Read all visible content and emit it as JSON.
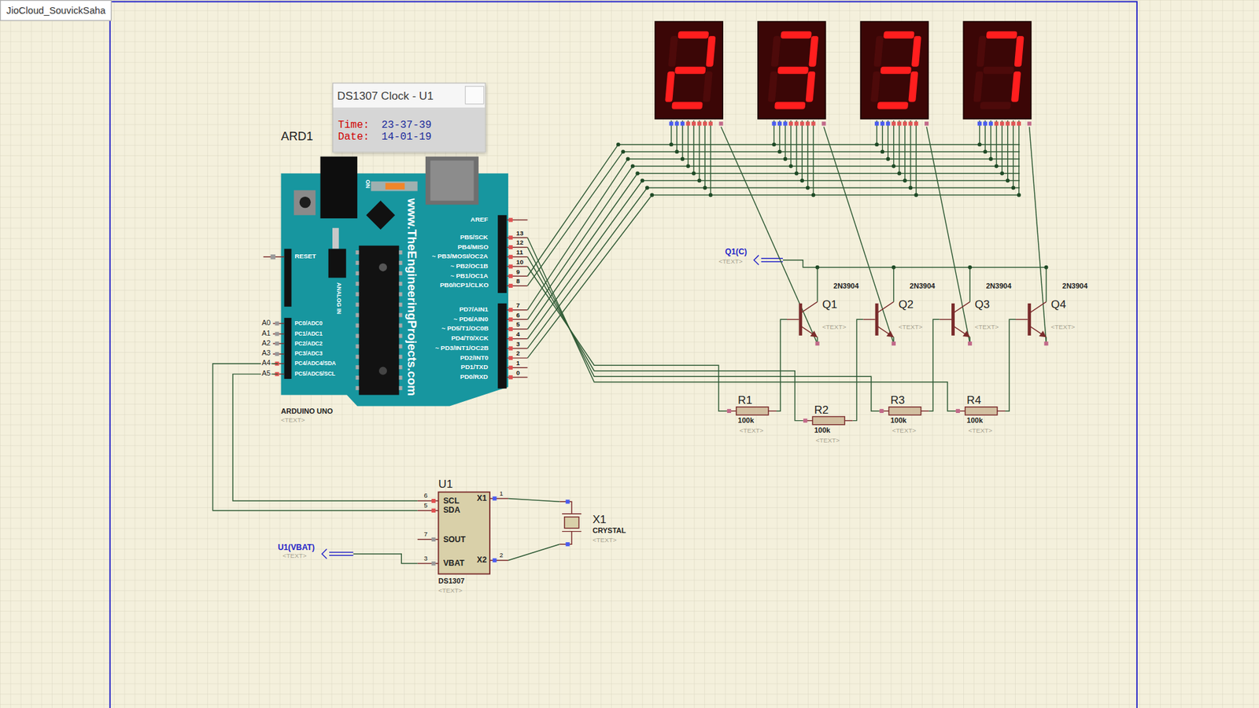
{
  "diagram": {
    "nodes": [
      {
        "text": [
          "DS1307 Clock - U1",
          "Time:",
          "23-37-39",
          "Date:",
          "14-01-19"
        ]
      },
      {
        "text": [
          "ARD1",
          "ARDUINO UNO",
          "<TEXT>"
        ]
      },
      {
        "text": [
          "U1",
          "SCL",
          "SDA",
          "SOUT",
          "VBAT",
          "X1",
          "X2",
          "DS1307",
          "<TEXT>"
        ]
      },
      {
        "text": [
          "X1",
          "CRYSTAL",
          "<TEXT>"
        ]
      },
      {
        "text": [
          "R1",
          "100k",
          "<TEXT>"
        ]
      },
      {
        "text": [
          "R2",
          "100k",
          "<TEXT>"
        ]
      },
      {
        "text": [
          "R3",
          "100k",
          "<TEXT>"
        ]
      },
      {
        "text": [
          "R4",
          "100k",
          "<TEXT>"
        ]
      },
      {
        "text": [
          "Q1",
          "2N3904",
          "<TEXT>"
        ]
      },
      {
        "text": [
          "Q2",
          "2N3904",
          "<TEXT>"
        ]
      },
      {
        "text": [
          "Q3",
          "2N3904",
          "<TEXT>"
        ]
      },
      {
        "text": [
          "Q4",
          "2N3904",
          "<TEXT>"
        ]
      }
    ],
    "edges": [
      {
        "from": 1,
        "to": 2,
        "arrow": "none"
      },
      {
        "from": 1,
        "to": 2,
        "arrow": "none"
      },
      {
        "from": 2,
        "to": 3,
        "arrow": "none"
      },
      {
        "from": 2,
        "to": 3,
        "arrow": "none"
      },
      {
        "from": 1,
        "to": 4,
        "arrow": "none"
      },
      {
        "from": 1,
        "to": 5,
        "arrow": "none"
      },
      {
        "from": 1,
        "to": 6,
        "arrow": "none"
      },
      {
        "from": 1,
        "to": 7,
        "arrow": "none"
      },
      {
        "from": 4,
        "to": 8,
        "arrow": "none"
      },
      {
        "from": 5,
        "to": 9,
        "arrow": "none"
      },
      {
        "from": 6,
        "to": 10,
        "arrow": "none"
      },
      {
        "from": 7,
        "to": 11,
        "arrow": "none"
      }
    ],
    "labels": [
      "JioCloud_SouvickSaha",
      "www.TheEngineeringProjects.com",
      "ANALOG IN",
      "ON",
      "RESET",
      "AREF",
      "PB5/SCK",
      "PB4/MISO",
      "~ PB3/MOSI/OC2A",
      "~ PB2/OC1B",
      "~ PB1/OC1A",
      "PB0/ICP1/CLKO",
      "PD7/AIN1",
      "~ PD6/AIN0",
      "~ PD5/T1/OC0B",
      "PD4/T0/XCK",
      "~ PD3/INT1/OC2B",
      "PD2/INT0",
      "PD1/TXD",
      "PD0/RXD",
      "13",
      "12",
      "11",
      "10",
      "9",
      "8",
      "7",
      "6",
      "5",
      "4",
      "3",
      "2",
      "1",
      "0",
      "A0",
      "A1",
      "A2",
      "A3",
      "A4",
      "A5",
      "PC0/ADC0",
      "PC1/ADC1",
      "PC2/ADC2",
      "PC3/ADC3",
      "PC4/ADC4/SDA",
      "PC5/ADC5/SCL",
      "6",
      "5",
      "7",
      "3",
      "1",
      "2",
      "Q1(C)",
      "<TEXT>",
      "U1(VBAT)",
      "<TEXT>",
      "2",
      "3",
      "3",
      "7"
    ]
  }
}
